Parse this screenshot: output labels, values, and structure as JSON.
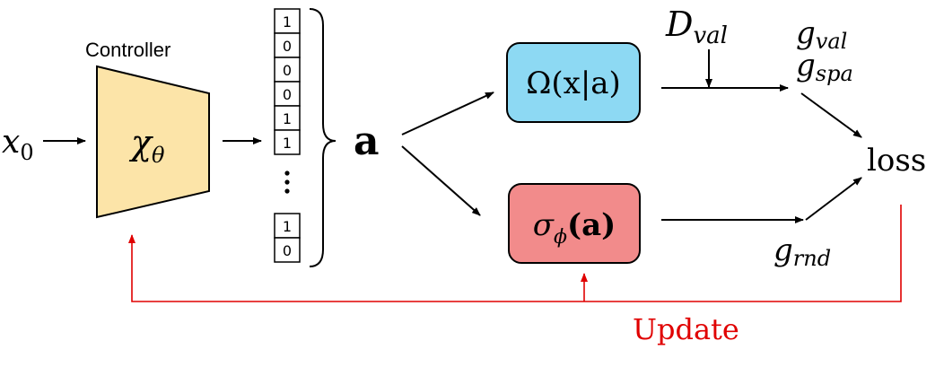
{
  "input": {
    "symbol": "x",
    "subscript": "0"
  },
  "controller": {
    "title": "Controller",
    "symbol": "χ",
    "subscript": "θ",
    "fill": "#FCE4A8"
  },
  "action_bits": [
    "1",
    "0",
    "0",
    "0",
    "1",
    "1",
    "⋮",
    "1",
    "0"
  ],
  "action_label": "a",
  "omega_box": {
    "text": "Ω(x|a)",
    "fill": "#8DD9F3"
  },
  "sigma_box": {
    "symbol": "σ",
    "subscript": "ϕ",
    "arg": "(a)",
    "fill": "#F28B8B"
  },
  "dval": {
    "symbol": "D",
    "subscript": "val"
  },
  "g_val": {
    "symbol": "g",
    "subscript": "val"
  },
  "g_spa": {
    "symbol": "g",
    "subscript": "spa"
  },
  "g_rnd": {
    "symbol": "g",
    "subscript": "rnd"
  },
  "loss_label": "loss",
  "update_label": "Update",
  "colors": {
    "update": "#E00000",
    "stroke": "#000000"
  }
}
